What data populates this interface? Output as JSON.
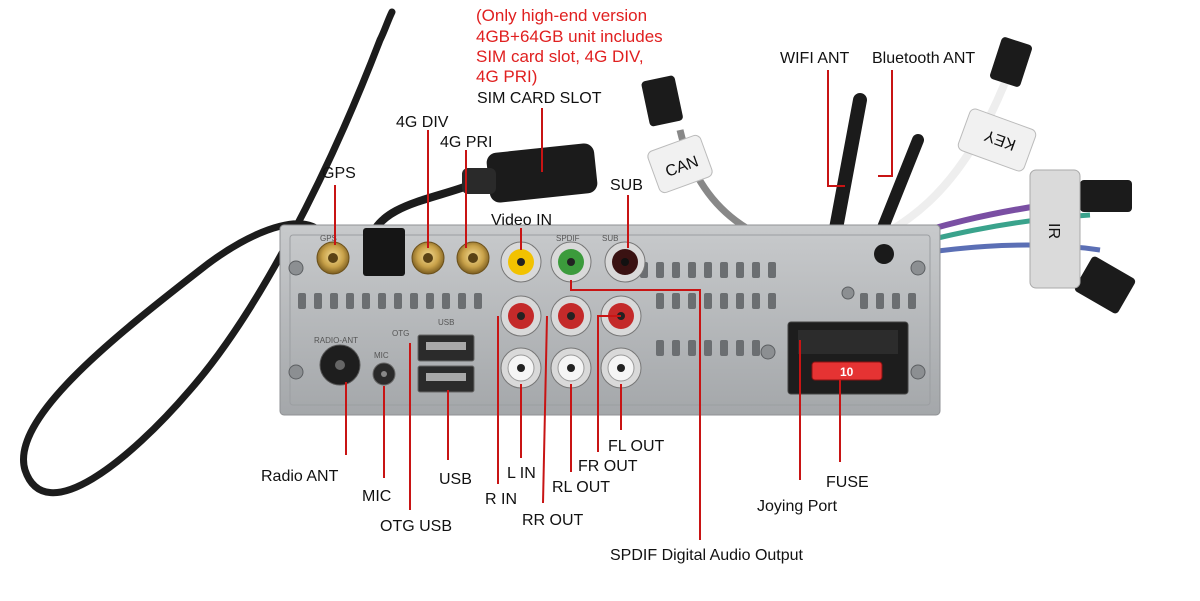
{
  "note": {
    "lines": [
      "(Only high-end version",
      "4GB+64GB unit includes",
      "SIM card slot, 4G DIV,",
      "4G PRI)"
    ]
  },
  "labels": {
    "sim_card_slot": "SIM CARD SLOT",
    "four_g_div": "4G DIV",
    "four_g_pri": "4G PRI",
    "gps": "GPS",
    "video_in": "Video IN",
    "sub": "SUB",
    "wifi_ant": "WIFI ANT",
    "bluetooth_ant": "Bluetooth ANT",
    "radio_ant": "Radio ANT",
    "mic": "MIC",
    "otg_usb": "OTG USB",
    "usb": "USB",
    "r_in": "R IN",
    "l_in": "L IN",
    "rr_out": "RR OUT",
    "rl_out": "RL OUT",
    "fr_out": "FR OUT",
    "fl_out": "FL OUT",
    "spdif": "SPDIF Digital Audio Output",
    "joying_port": "Joying Port",
    "fuse": "FUSE"
  },
  "device": {
    "cable_tags": {
      "can": "CAN",
      "key": "KEY",
      "ir": "IR"
    },
    "fuse_rating": "10",
    "panel_marks": {
      "gps": "GPS",
      "radio_ant": "RADIO-ANT",
      "mic": "MIC",
      "otg": "OTG",
      "usb": "USB",
      "spdif": "SPDIF",
      "sub": "SUB"
    }
  },
  "colors": {
    "leader": "#c81414",
    "note": "#e02020",
    "chassis": "#b7b9bb",
    "gold": "#c9a24a",
    "video_yellow": "#f2c200",
    "spdif_green": "#3c9b3c",
    "audio_red": "#c42a2a",
    "fuse_red": "#e53333"
  }
}
